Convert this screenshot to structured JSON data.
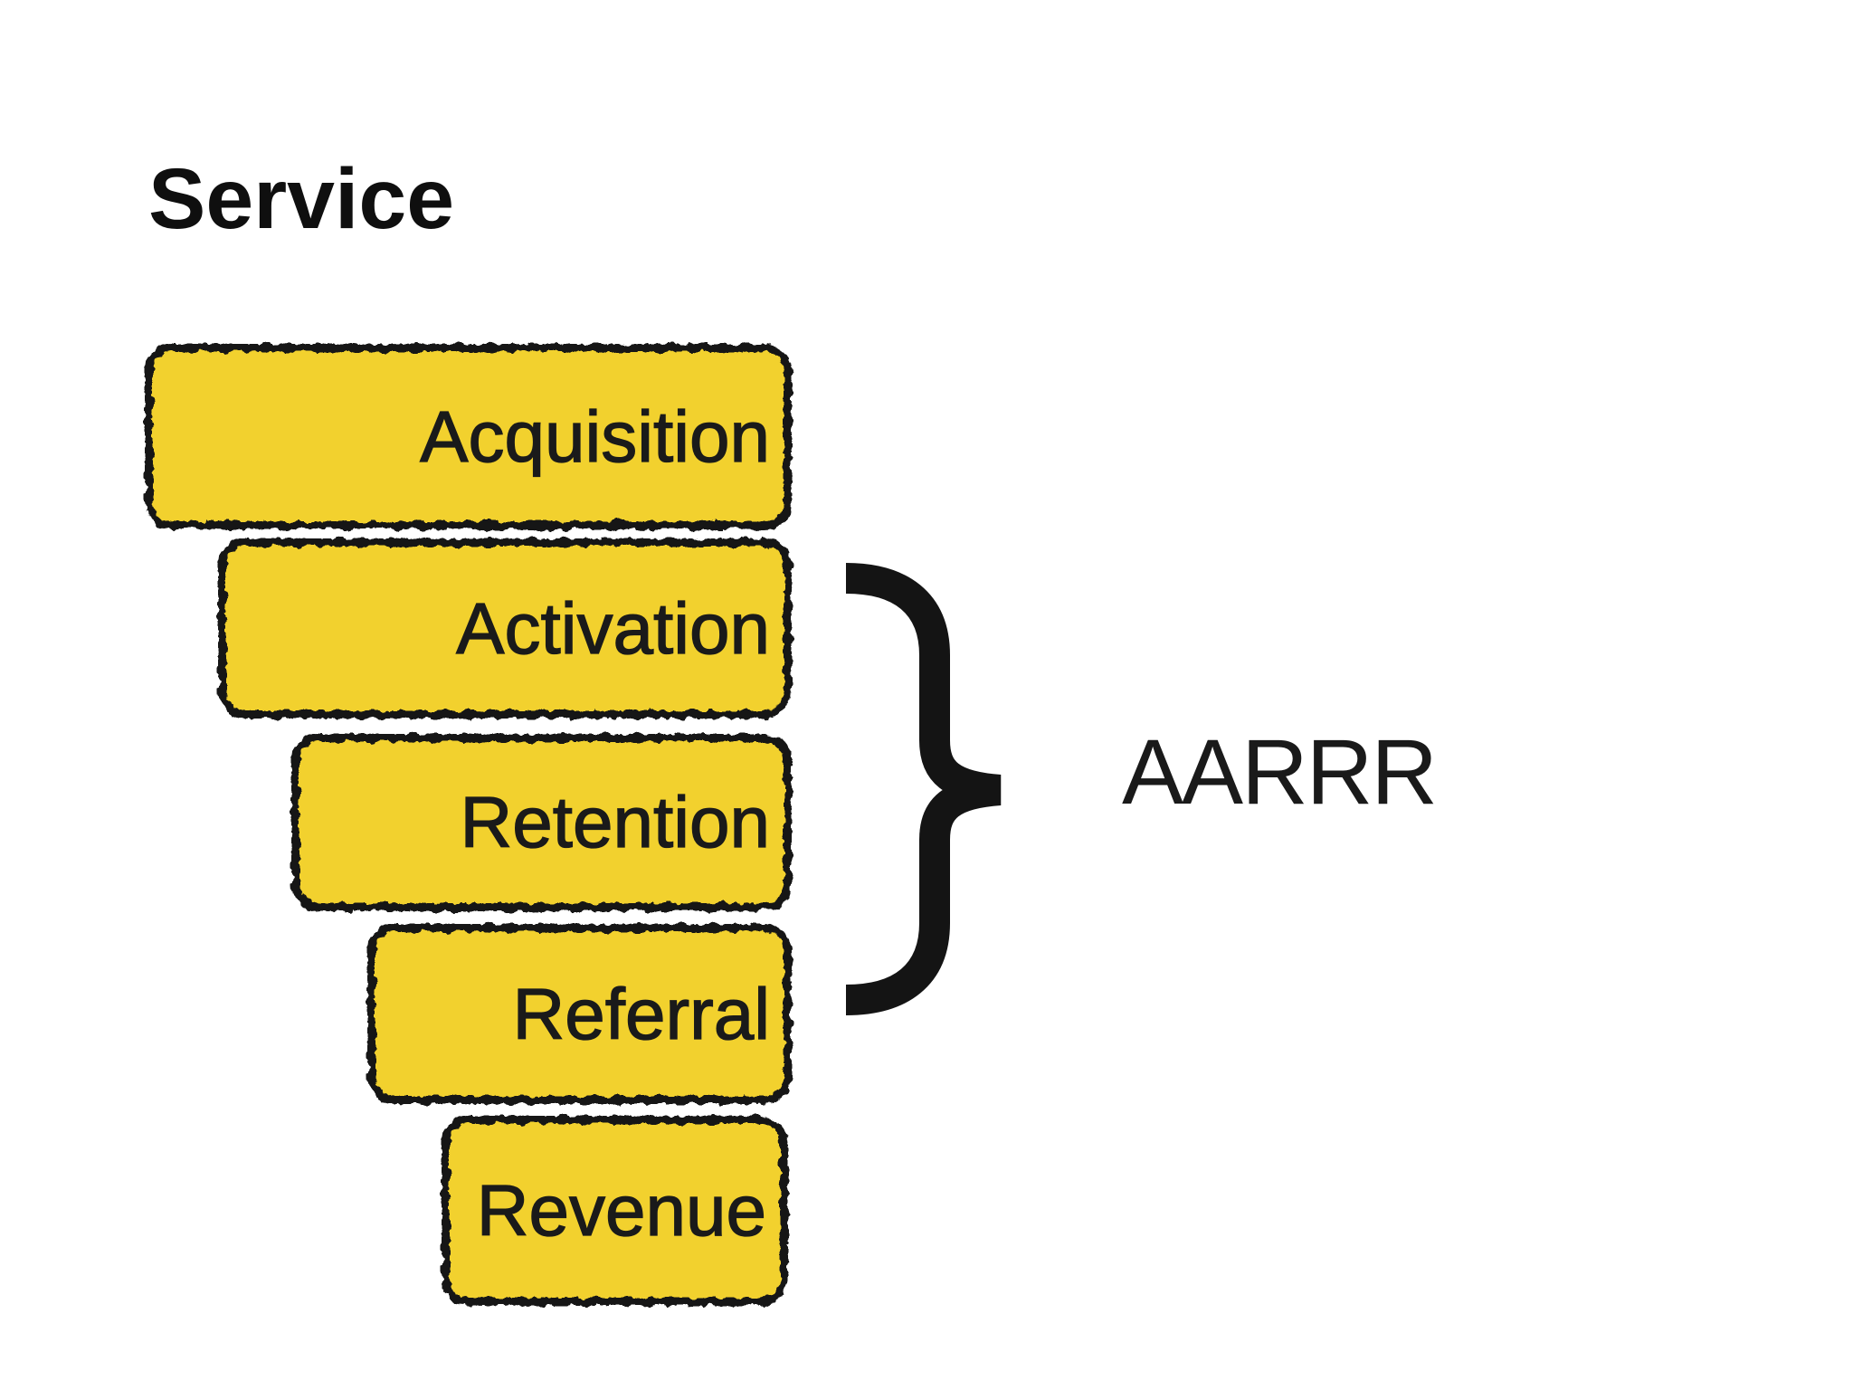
{
  "page": {
    "background_color": "#ffffff"
  },
  "title": {
    "text": "Service"
  },
  "funnel": {
    "fill_color": "#F2D12E",
    "border_color": "#141414",
    "label_color": "#1a1a1a",
    "stages": [
      {
        "label": "Acquisition"
      },
      {
        "label": "Activation"
      },
      {
        "label": "Retention"
      },
      {
        "label": "Referral"
      },
      {
        "label": "Revenue"
      }
    ]
  },
  "annotation": {
    "brace_glyph": "}",
    "label": "AARRR",
    "color": "#1a1a1a"
  }
}
